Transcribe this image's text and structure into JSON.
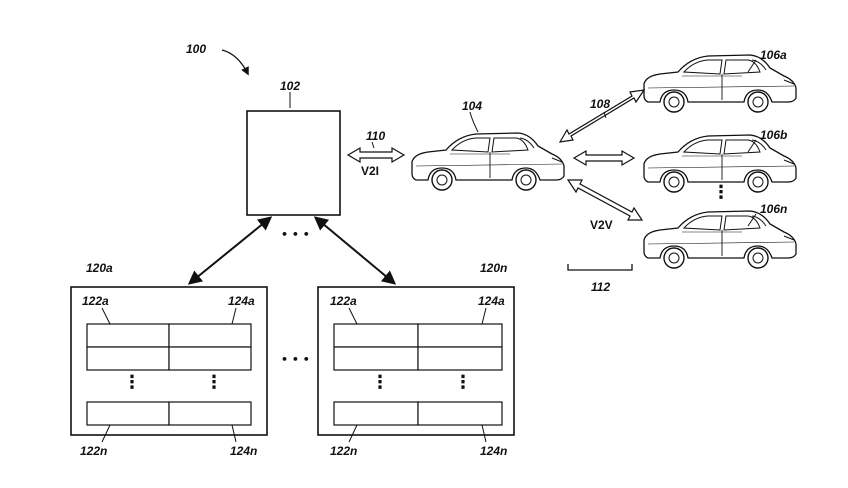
{
  "labels": {
    "system": "100",
    "server": "102",
    "host_vehicle": "104",
    "vehicle_a": "106a",
    "vehicle_b": "106b",
    "vehicle_n": "106n",
    "v2v_link": "108",
    "v2i_link": "110",
    "group": "112",
    "db_a": "120a",
    "db_n": "120n",
    "db_a_col1_top": "122a",
    "db_a_col2_top": "124a",
    "db_a_col1_bottom": "122n",
    "db_a_col2_bottom": "124n",
    "db_n_col1_top": "122a",
    "db_n_col2_top": "124a",
    "db_n_col1_bottom": "122n",
    "db_n_col2_bottom": "124n"
  },
  "tags": {
    "v2i": "V2I",
    "v2v": "V2V"
  },
  "ellipsis": {
    "horizontal": "• • •",
    "vertical": "⋮"
  }
}
